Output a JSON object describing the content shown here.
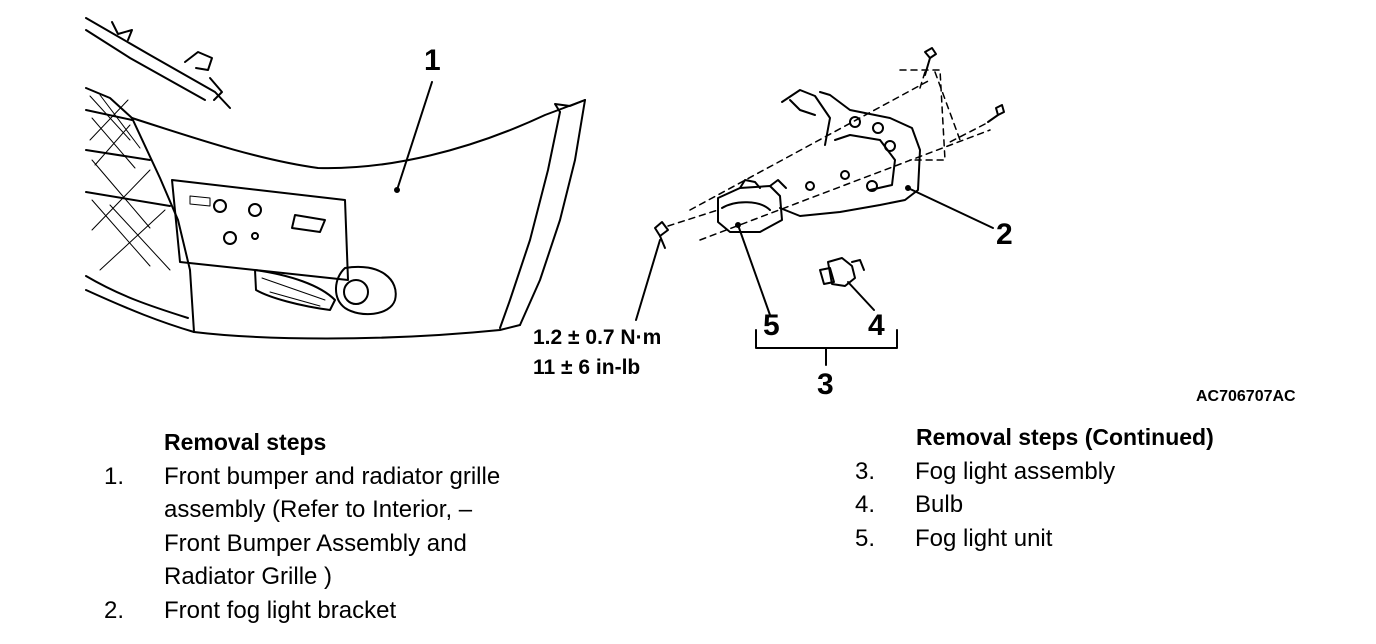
{
  "diagram": {
    "callouts": [
      "1",
      "2",
      "3",
      "4",
      "5"
    ],
    "torque": {
      "metric": "1.2 ± 0.7 N·m",
      "imperial": "11 ± 6 in-lb"
    },
    "figure_code": "AC706707AC"
  },
  "removal_steps": {
    "heading": "Removal steps",
    "items": [
      {
        "num": "1.",
        "lines": [
          "Front bumper and radiator grille",
          "assembly (Refer to Interior, –",
          "Front Bumper Assembly and",
          "Radiator Grille )"
        ]
      },
      {
        "num": "2.",
        "lines": [
          "Front fog light bracket"
        ]
      }
    ]
  },
  "removal_steps_continued": {
    "heading": "Removal steps (Continued)",
    "items": [
      {
        "num": "3.",
        "text": "Fog light assembly"
      },
      {
        "num": "4.",
        "text": "Bulb"
      },
      {
        "num": "5.",
        "text": "Fog light unit"
      }
    ]
  }
}
